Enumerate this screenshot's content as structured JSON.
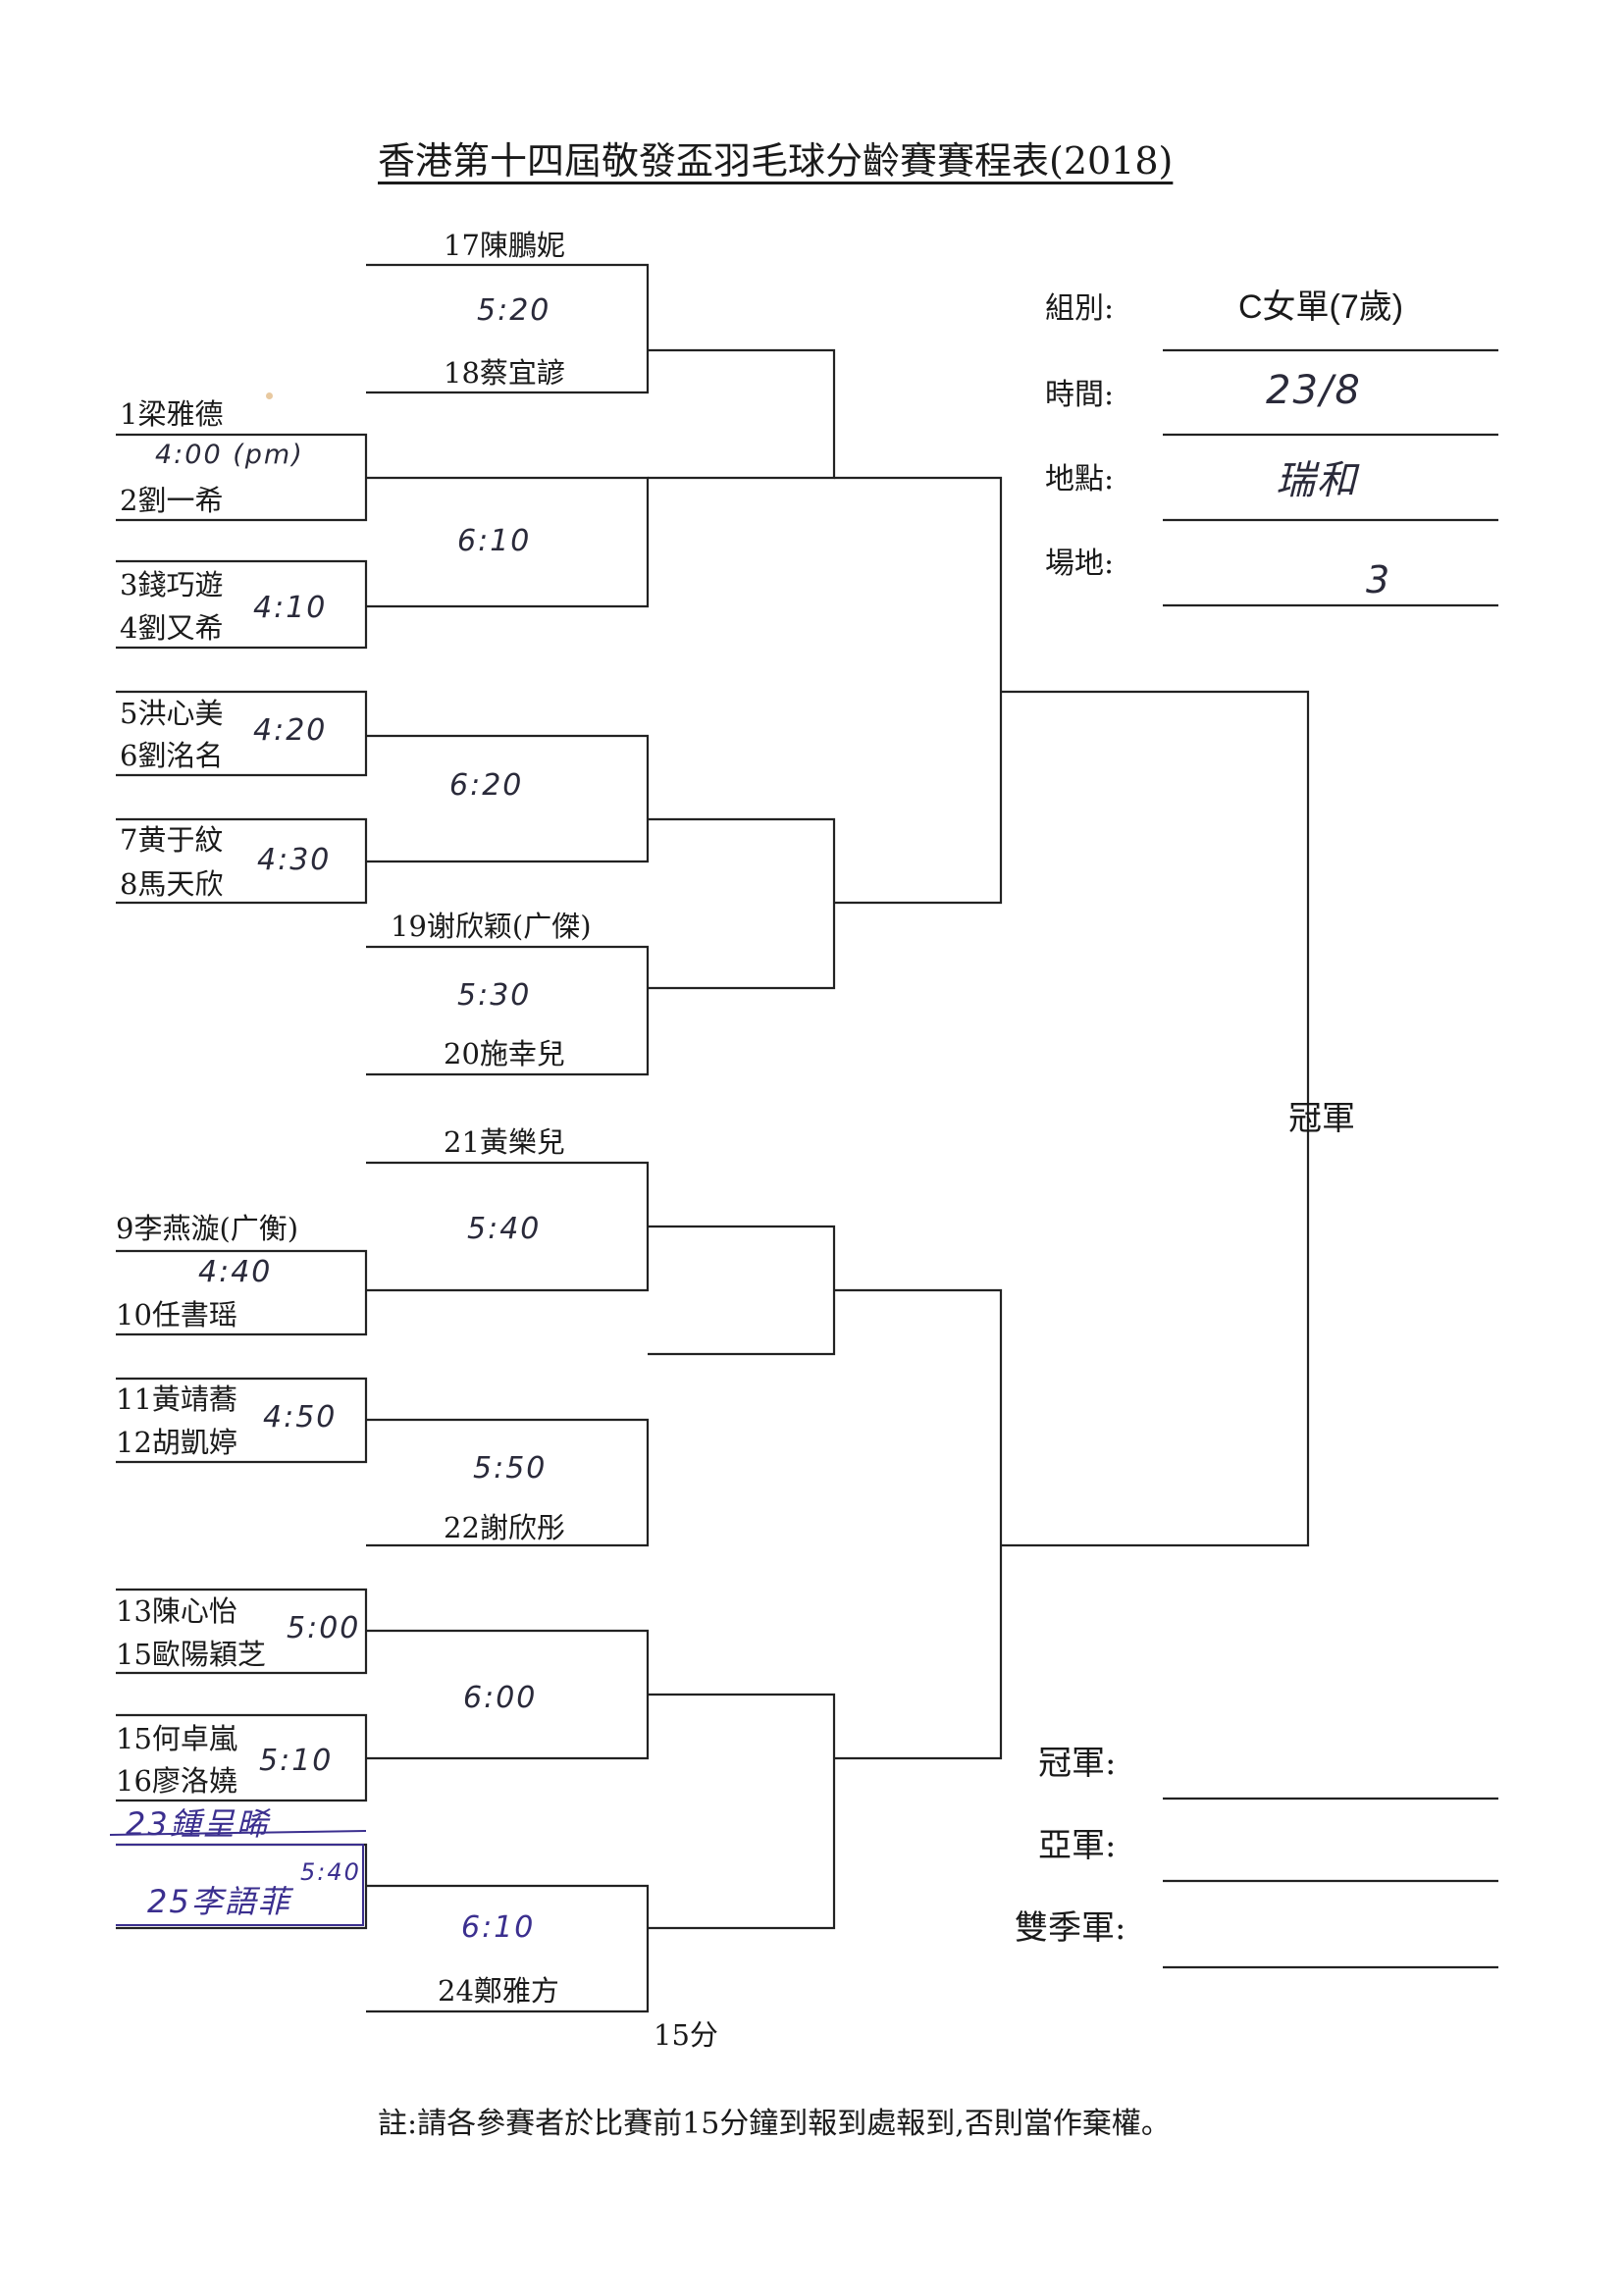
{
  "title": "香港第十四屆敬發盃羽毛球分齡賽賽程表(2018)",
  "info": {
    "group_label": "組別:",
    "group_value": "C女單(7歲)",
    "time_label": "時間:",
    "time_value": "23/8",
    "venue_label": "地點:",
    "venue_value": "瑞和",
    "court_label": "場地:",
    "court_value": "3"
  },
  "bracket": {
    "players": {
      "p17": "17陳鵬妮",
      "p18": "18蔡宜諺",
      "p1": "1梁雅德",
      "p2": "2劉一希",
      "p3": "3錢巧遊",
      "p4": "4劉又希",
      "p5": "5洪心美",
      "p6": "6劉洺名",
      "p7": "7黄于紋",
      "p8": "8馬天欣",
      "p19": "19谢欣颖(广傑)",
      "p20": "20施幸兒",
      "p21": "21黃樂兒",
      "p9": "9李燕漩(广衡)",
      "p10": "10任書瑶",
      "p11": "11黃靖蕎",
      "p12": "12胡凱婷",
      "p22": "22謝欣彤",
      "p13": "13陳心怡",
      "p15a": "15歐陽穎芝",
      "p15b": "15何卓嵐",
      "p16": "16廖洛嬈",
      "p23": "23鍾呈晞",
      "p25": "25李語菲",
      "p24": "24鄭雅方"
    },
    "times": {
      "m17_18": "5:20",
      "m1_2": "4:00 (pm)",
      "m1234": "6:10",
      "m3_4": "4:10",
      "m5_6": "4:20",
      "m5678": "6:20",
      "m7_8": "4:30",
      "m19_20": "5:30",
      "m21_9": "5:40",
      "m9_10": "4:40",
      "m11_12": "4:50",
      "m11_22": "5:50",
      "m13_15": "5:00",
      "m13_16": "6:00",
      "m15_16": "5:10",
      "m23_25": "5:40",
      "m24": "6:10"
    },
    "champion_label": "冠軍",
    "match_interval": "15分"
  },
  "results": {
    "champion_label": "冠軍:",
    "runner_up_label": "亞軍:",
    "third_label": "雙季軍:"
  },
  "note": "註:請各參賽者於比賽前15分鐘到報到處報到,否則當作棄權。"
}
